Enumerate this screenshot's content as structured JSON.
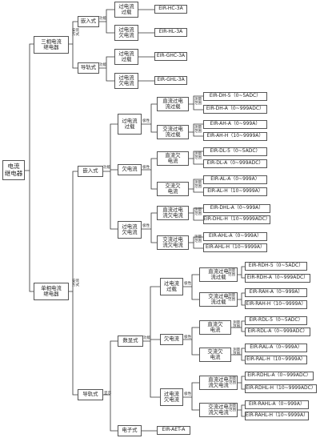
{
  "root": "电流\n继电器",
  "b1": {
    "label": "三相电流\n继电器",
    "method": "安装\n方式",
    "embedded": {
      "label": "嵌入式",
      "fn": "功能",
      "over": {
        "label": "过电流\n过载",
        "model": "EIR-HC-3A"
      },
      "under": {
        "label": "过电流\n欠电流",
        "model": "EIR-HL-3A"
      }
    },
    "rail": {
      "label": "导轨式",
      "fn": "功能",
      "over": {
        "label": "过电流\n过载",
        "model": "EIR-GHC-3A"
      },
      "under": {
        "label": "过电流\n欠电流",
        "model": "EIR-GHL-3A"
      }
    }
  },
  "b2": {
    "label": "单相电流\n继电器",
    "method": "安装\n方式",
    "embedded": {
      "label": "嵌入式",
      "fn": "功能",
      "groups": [
        {
          "label": "过电流\n过载",
          "char": "极性",
          "subs": [
            {
              "label": "直流过电\n流过载",
              "range": "测量\n范围",
              "leaves": [
                "EIR-DH-5（0~5ADC）",
                "EIR-DH-A（0~999ADC）"
              ]
            },
            {
              "label": "交流过电\n流过载",
              "range": "测量\n范围",
              "leaves": [
                "EIR-AH-A（0~999A）",
                "EIR-AH-H（10~9999A）"
              ]
            }
          ]
        },
        {
          "label": "欠电流",
          "char": "极性",
          "subs": [
            {
              "label": "直流欠\n电流",
              "range": "测量\n范围",
              "leaves": [
                "EIR-DL-5（0~5ADC）",
                "EIR-DL-A（0~999ADC）"
              ]
            },
            {
              "label": "交流欠\n电流",
              "range": "测量\n范围",
              "leaves": [
                "EIR-AL-A（0~999A）",
                "EIR-AL-H（10~9999A）"
              ]
            }
          ]
        },
        {
          "label": "过电流\n欠电流",
          "char": "极性",
          "subs": [
            {
              "label": "直流过电\n流欠电流",
              "range": "测量\n范围",
              "leaves": [
                "EIR-DHL-A（0~999A）",
                "EIR-DHL-H（10~9999ADC）"
              ]
            },
            {
              "label": "交流过电\n流欠电流",
              "range": "测量\n范围",
              "leaves": [
                "EIR-AHL-A（0~999A）",
                "EIR-AHL-H（10~9999A）"
              ]
            }
          ]
        }
      ]
    },
    "rail": {
      "label": "导轨式",
      "type": "显示",
      "digital": {
        "label": "数显式",
        "fn": "功能",
        "groups": [
          {
            "label": "过电流\n过载",
            "char": "极性",
            "subs": [
              {
                "label": "直流过电\n流过载",
                "range": "测量\n范围",
                "leaves": [
                  "EIR-RDH-5（0~5ADC）",
                  "EIR-RDH-A（0~999ADC）"
                ]
              },
              {
                "label": "交流过电\n流过载",
                "range": "测量\n范围",
                "leaves": [
                  "EIR-RAH-A（0~999A）",
                  "EIR-RAH-H（10~9999A）"
                ]
              }
            ]
          },
          {
            "label": "欠电流",
            "char": "极性",
            "subs": [
              {
                "label": "直流欠\n电流",
                "range": "测量\n范围",
                "leaves": [
                  "EIR-RDL-5（0~5ADC）",
                  "EIR-RDL-A（0~999ADC）"
                ]
              },
              {
                "label": "交流欠\n电流",
                "range": "测量\n范围",
                "leaves": [
                  "EIR-RAL-A（0~999A）",
                  "EIR-RAL-H（10~9999A）"
                ]
              }
            ]
          },
          {
            "label": "过电流\n欠电流",
            "char": "极性",
            "subs": [
              {
                "label": "直流过电\n流欠电流",
                "range": "测量\n范围",
                "leaves": [
                  "EIR-RDHL-A（0~999ADC）",
                  "EIR-RDHL-H（10~9999ADC）"
                ]
              },
              {
                "label": "交流过电\n流欠电流",
                "range": "测量\n范围",
                "leaves": [
                  "EIR-RAHL-A（0~999A）",
                  "EIR-RAHL-H（10~9999A）"
                ]
              }
            ]
          }
        ]
      },
      "electronic": {
        "label": "电子式",
        "model": "EIR-AET-A"
      }
    }
  }
}
